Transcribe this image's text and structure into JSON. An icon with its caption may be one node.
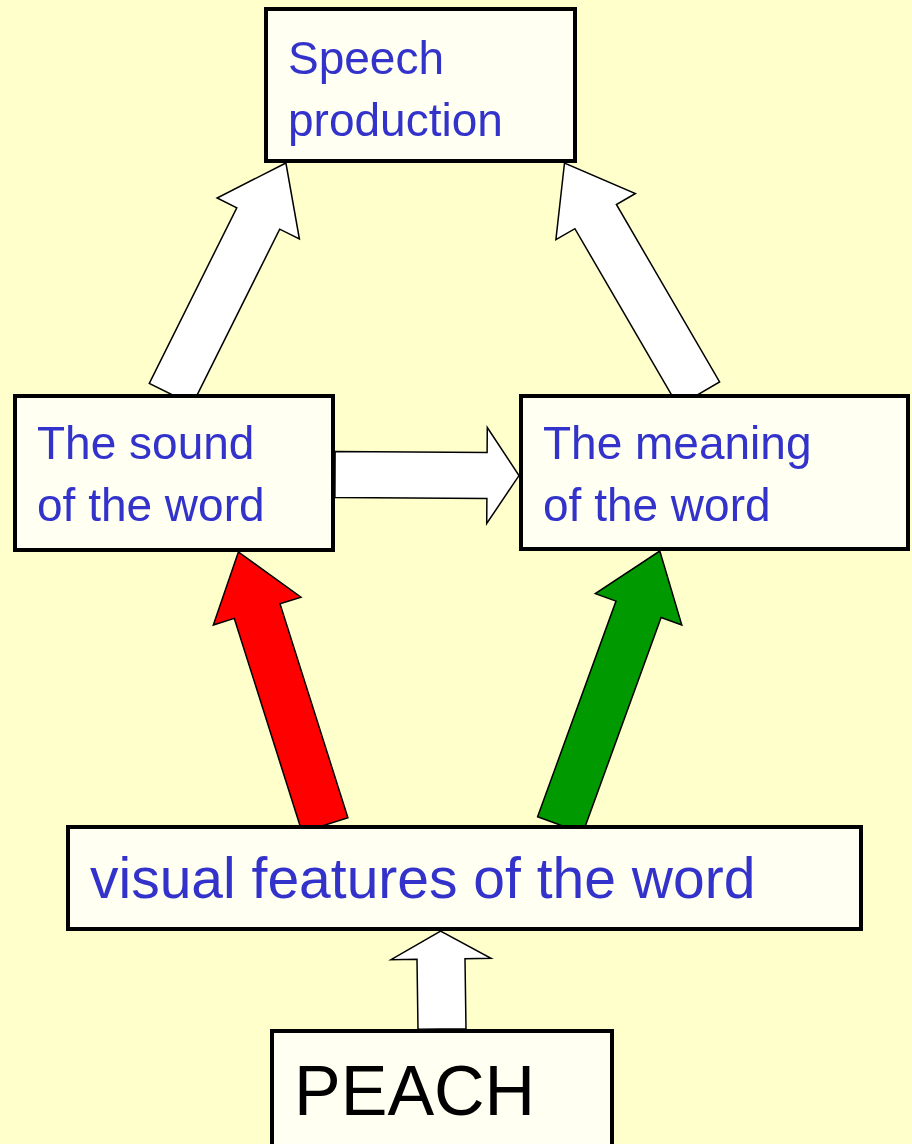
{
  "diagram": {
    "nodes": [
      {
        "text": [
          "Speech production"
        ]
      },
      {
        "text": [
          "The sound of the word"
        ]
      },
      {
        "text": [
          "The meaning of the word"
        ]
      },
      {
        "text": [
          "visual features of the word"
        ]
      },
      {
        "text": [
          "PEACH"
        ]
      }
    ],
    "edges": [
      {
        "from": 3,
        "to": 1,
        "arrow": "to",
        "color": "#ff0000"
      },
      {
        "from": 3,
        "to": 2,
        "arrow": "to",
        "color": "#009900"
      },
      {
        "from": 1,
        "to": 0,
        "arrow": "to"
      },
      {
        "from": 2,
        "to": 0,
        "arrow": "to"
      },
      {
        "from": 1,
        "to": 2,
        "arrow": "to"
      },
      {
        "from": 4,
        "to": 3,
        "arrow": "to"
      }
    ]
  }
}
